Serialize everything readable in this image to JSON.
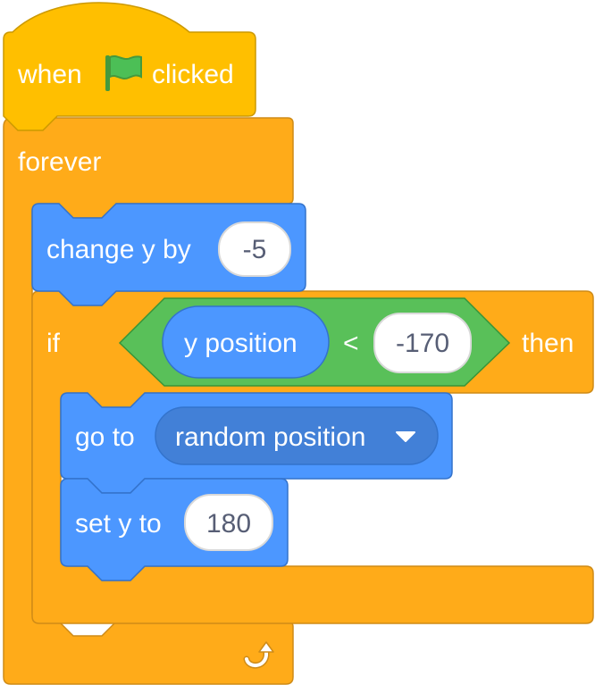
{
  "script": {
    "hat": {
      "word_when": "when",
      "flag_icon": "green-flag-icon",
      "word_clicked": "clicked"
    },
    "forever": {
      "label": "forever",
      "loop_icon": "loop-arrow-icon"
    },
    "change_y": {
      "label": "change y by",
      "value": "-5"
    },
    "if_block": {
      "word_if": "if",
      "condition": {
        "reporter": "y position",
        "operator": "<",
        "value": "-170"
      },
      "word_then": "then"
    },
    "go_to": {
      "label": "go to",
      "target": "random position",
      "dropdown_icon": "dropdown-arrow-icon"
    },
    "set_y": {
      "label": "set y to",
      "value": "180"
    }
  },
  "colors": {
    "events": "#ffbf00",
    "events_border": "#cc9900",
    "control": "#ffab19",
    "control_border": "#cf8b17",
    "motion": "#4c97ff",
    "motion_border": "#3373cc",
    "motion_menu": "#4280d7",
    "operators": "#59c059",
    "operators_border": "#389438",
    "text_dark": "#575e75"
  }
}
